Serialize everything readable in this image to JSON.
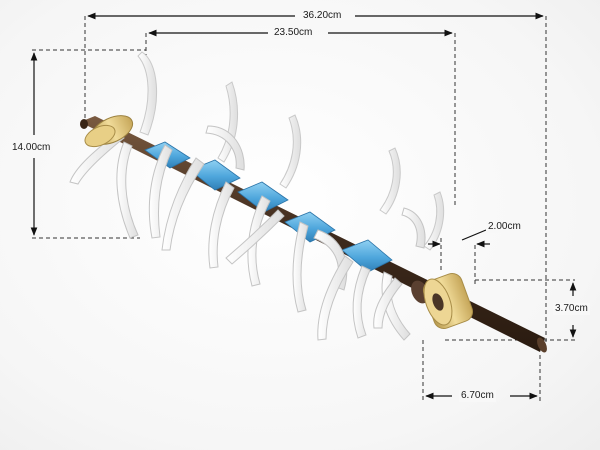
{
  "dimensions": {
    "overall_length": "36.20cm",
    "tine_span": "23.50cm",
    "height": "14.00cm",
    "bushing_width": "2.00cm",
    "bushing_diameter": "3.70cm",
    "shaft_end_length": "6.70cm"
  },
  "colors": {
    "tine": "#f0f0f0",
    "tine_edge": "#c9c9c9",
    "spacer": "#58aee0",
    "bushing": "#d9c07a",
    "shaft": "#4a3526",
    "dimension_line": "#111111",
    "guide_line": "#333333"
  }
}
